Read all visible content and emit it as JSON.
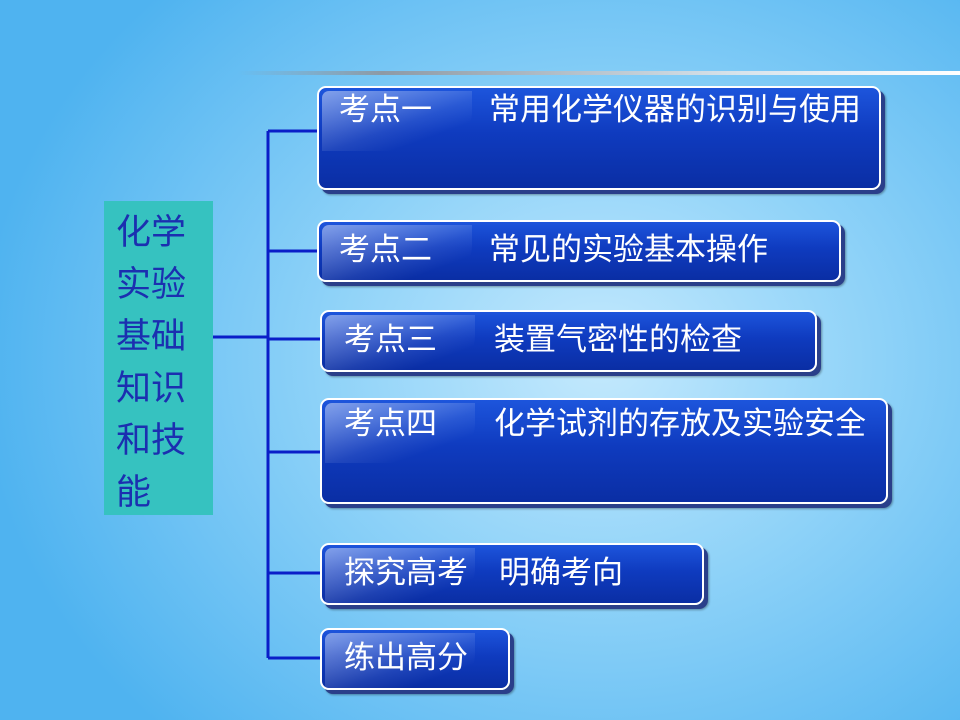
{
  "root": {
    "label": "化学实验基础知识和技能",
    "color": "#36c2c0"
  },
  "branches": [
    {
      "label": "考点一",
      "text": "常用化学仪器的识别与使用"
    },
    {
      "label": "考点二",
      "text": "常见的实验基本操作"
    },
    {
      "label": "考点三",
      "text": "装置气密性的检查"
    },
    {
      "label": "考点四",
      "text": "化学试剂的存放及实验安全"
    },
    {
      "label": "",
      "text": "探究高考　明确考向"
    },
    {
      "label": "",
      "text": "练出高分"
    }
  ],
  "colors": {
    "node_fill": "#1040c0",
    "node_border": "#ffffff",
    "connector": "#0a1ec8",
    "root_text": "#1b2fb0"
  }
}
